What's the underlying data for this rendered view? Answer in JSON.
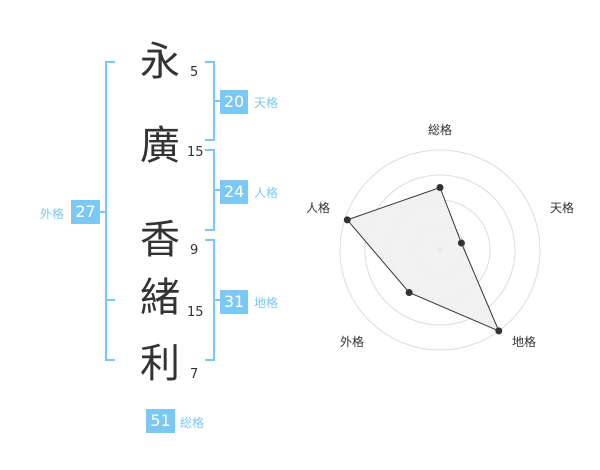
{
  "name": {
    "characters": [
      {
        "char": "永",
        "strokes": "5"
      },
      {
        "char": "廣",
        "strokes": "15"
      },
      {
        "char": "香",
        "strokes": "9"
      },
      {
        "char": "緒",
        "strokes": "15"
      },
      {
        "char": "利",
        "strokes": "7"
      }
    ]
  },
  "kaku": {
    "tenkaku": {
      "label": "天格",
      "value": "20"
    },
    "jinkaku": {
      "label": "人格",
      "value": "24"
    },
    "chikaku": {
      "label": "地格",
      "value": "31"
    },
    "gaikaku": {
      "label": "外格",
      "value": "27"
    },
    "soukaku": {
      "label": "総格",
      "value": "51"
    }
  },
  "colors": {
    "accent": "#7cc8f4",
    "text": "#333333",
    "grid": "#dddddd",
    "fill": "#efefef"
  },
  "chart_data": {
    "type": "radar",
    "axes": [
      "総格",
      "天格",
      "地格",
      "外格",
      "人格"
    ],
    "scale": [
      0,
      4
    ],
    "grid_rings": 4,
    "values": [
      2.5,
      0.9,
      4.0,
      2.1,
      3.9
    ]
  }
}
